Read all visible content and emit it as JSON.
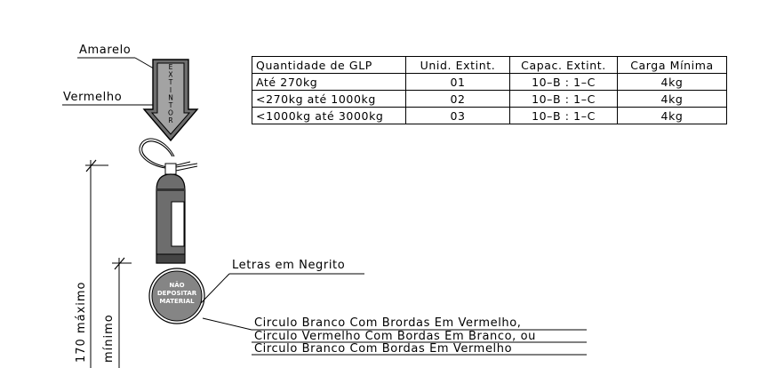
{
  "labels": {
    "amarelo": "Amarelo",
    "vermelho": "Vermelho",
    "letras": "Letras em Negrito",
    "circulo_1": "Circulo Branco Com Brordas Em Vermelho,",
    "circulo_2": "Circulo Vermelho Com Bordas Em Branco, ou",
    "circulo_3": "Circulo Branco Com Bordas Em Vermelho",
    "maximo": "170 máximo",
    "minimo": "mínimo"
  },
  "arrow": {
    "letters": [
      "E",
      "X",
      "T",
      "I",
      "N",
      "T",
      "O",
      "R"
    ]
  },
  "sign": {
    "line1": "NÃO",
    "line2": "DEPOSITAR",
    "line3": "MATERIAL"
  },
  "table": {
    "headers": [
      "Quantidade de GLP",
      "Unid. Extint.",
      "Capac. Extint.",
      "Carga Mínima"
    ],
    "rows": [
      [
        "Até 270kg",
        "01",
        "10–B : 1–C",
        "4kg"
      ],
      [
        "<270kg até 1000kg",
        "02",
        "10–B : 1–C",
        "4kg"
      ],
      [
        "<1000kg até 3000kg",
        "03",
        "10–B : 1–C",
        "4kg"
      ]
    ]
  },
  "colors": {
    "arrow_fill": "#9a9a9a",
    "sign_fill": "#8a8a8a",
    "stroke": "#000000"
  }
}
